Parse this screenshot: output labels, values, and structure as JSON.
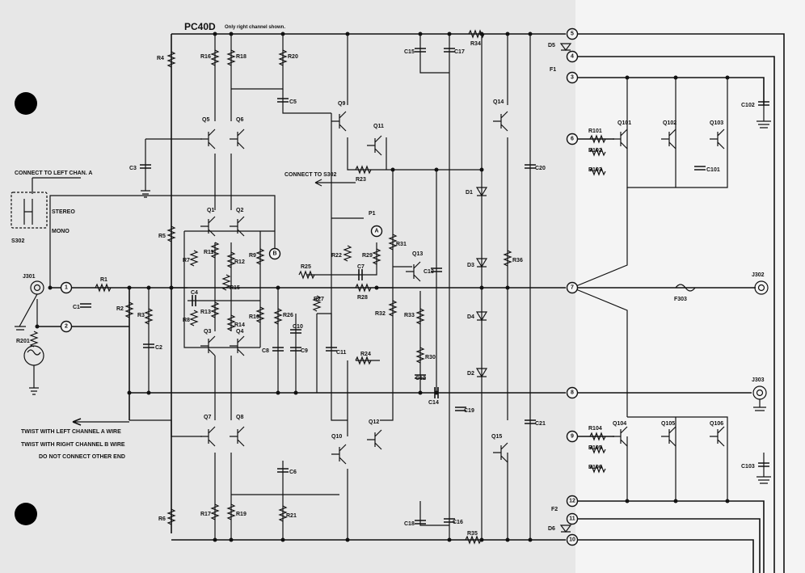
{
  "header": {
    "title": "PC40D",
    "subtitle": "Only right channel shown."
  },
  "notes": {
    "connect_left": "CONNECT TO LEFT CHAN. A",
    "connect_s302": "CONNECT TO S302",
    "twist_left": "TWIST WITH LEFT CHANNEL A WIRE",
    "twist_right": "TWIST WITH RIGHT CHANNEL B WIRE",
    "do_not_connect": "DO NOT CONNECT OTHER END",
    "stereo": "STEREO",
    "mono": "MONO"
  },
  "connectors": [
    "J301",
    "J302",
    "J303",
    "S302",
    "F303"
  ],
  "pins": [
    "1",
    "2",
    "3",
    "4",
    "5",
    "6",
    "7",
    "8",
    "9",
    "10",
    "11",
    "12",
    "A",
    "B"
  ],
  "resistors": [
    "R1",
    "R2",
    "R3",
    "R4",
    "R5",
    "R6",
    "R7",
    "R8",
    "R9",
    "R10",
    "R11",
    "R12",
    "R13",
    "R14",
    "R15",
    "R16",
    "R17",
    "R18",
    "R19",
    "R20",
    "R21",
    "R22",
    "R23",
    "R24",
    "R25",
    "R26",
    "R27",
    "R28",
    "R29",
    "R30",
    "R31",
    "R32",
    "R33",
    "R34",
    "R35",
    "R36",
    "R101",
    "R102",
    "R103",
    "R104",
    "R105",
    "R106",
    "R201"
  ],
  "capacitors": [
    "C1",
    "C2",
    "C3",
    "C4",
    "C5",
    "C6",
    "C7",
    "C8",
    "C9",
    "C10",
    "C11",
    "C12",
    "C13",
    "C14",
    "C15",
    "C16",
    "C17",
    "C18",
    "C19",
    "C20",
    "C21",
    "C101",
    "C102",
    "C103"
  ],
  "transistors": [
    "Q1",
    "Q2",
    "Q3",
    "Q4",
    "Q5",
    "Q6",
    "Q7",
    "Q8",
    "Q9",
    "Q10",
    "Q11",
    "Q12",
    "Q13",
    "Q14",
    "Q15",
    "Q101",
    "Q102",
    "Q103",
    "Q104",
    "Q105",
    "Q106"
  ],
  "diodes": [
    "D1",
    "D2",
    "D3",
    "D4",
    "D5",
    "D6"
  ],
  "fuses": [
    "F1",
    "F2"
  ],
  "pots": [
    "P1"
  ]
}
